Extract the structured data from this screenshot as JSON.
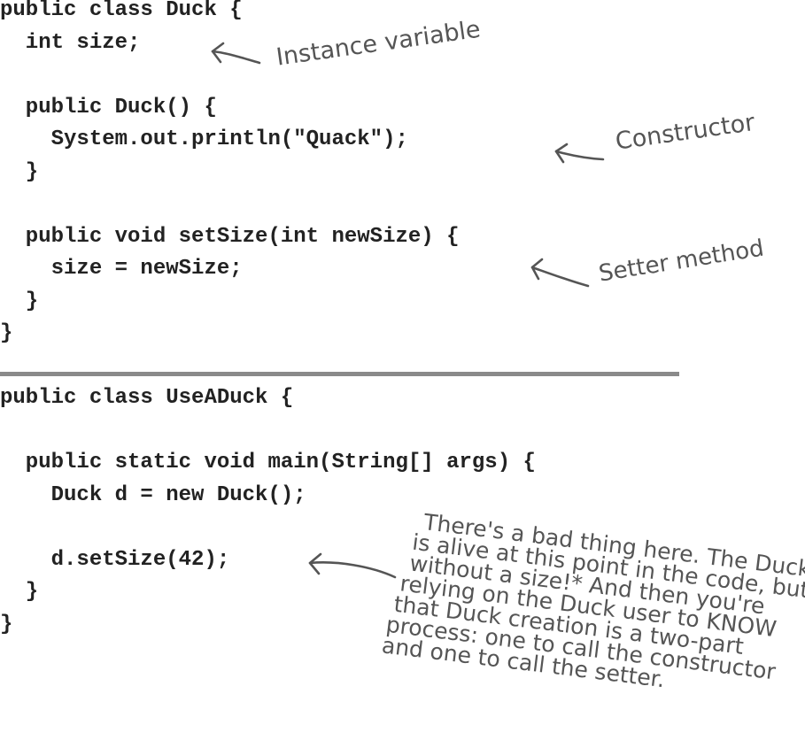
{
  "duck_class": {
    "lines": [
      "public class Duck {",
      "  int size;",
      "",
      "  public Duck() {",
      "    System.out.println(\"Quack\");",
      "  }",
      "",
      "  public void setSize(int newSize) {",
      "    size = newSize;",
      "  }",
      "}"
    ]
  },
  "use_duck_class": {
    "lines": [
      "public class UseADuck {",
      "",
      "  public static void main(String[] args) {",
      "    Duck d = new Duck();",
      "",
      "    d.setSize(42);",
      "  }",
      "}"
    ]
  },
  "annotations": {
    "instance_variable": "Instance variable",
    "constructor": "Constructor",
    "setter_method": "Setter method",
    "bad_thing": [
      "There's a bad thing here. The Duck",
      "is alive at this point in the code, but",
      "without a size!* And then you're",
      "relying on the Duck user to KNOW",
      "that Duck creation is a two-part",
      "process: one to call the constructor",
      "and one to call the setter."
    ]
  }
}
